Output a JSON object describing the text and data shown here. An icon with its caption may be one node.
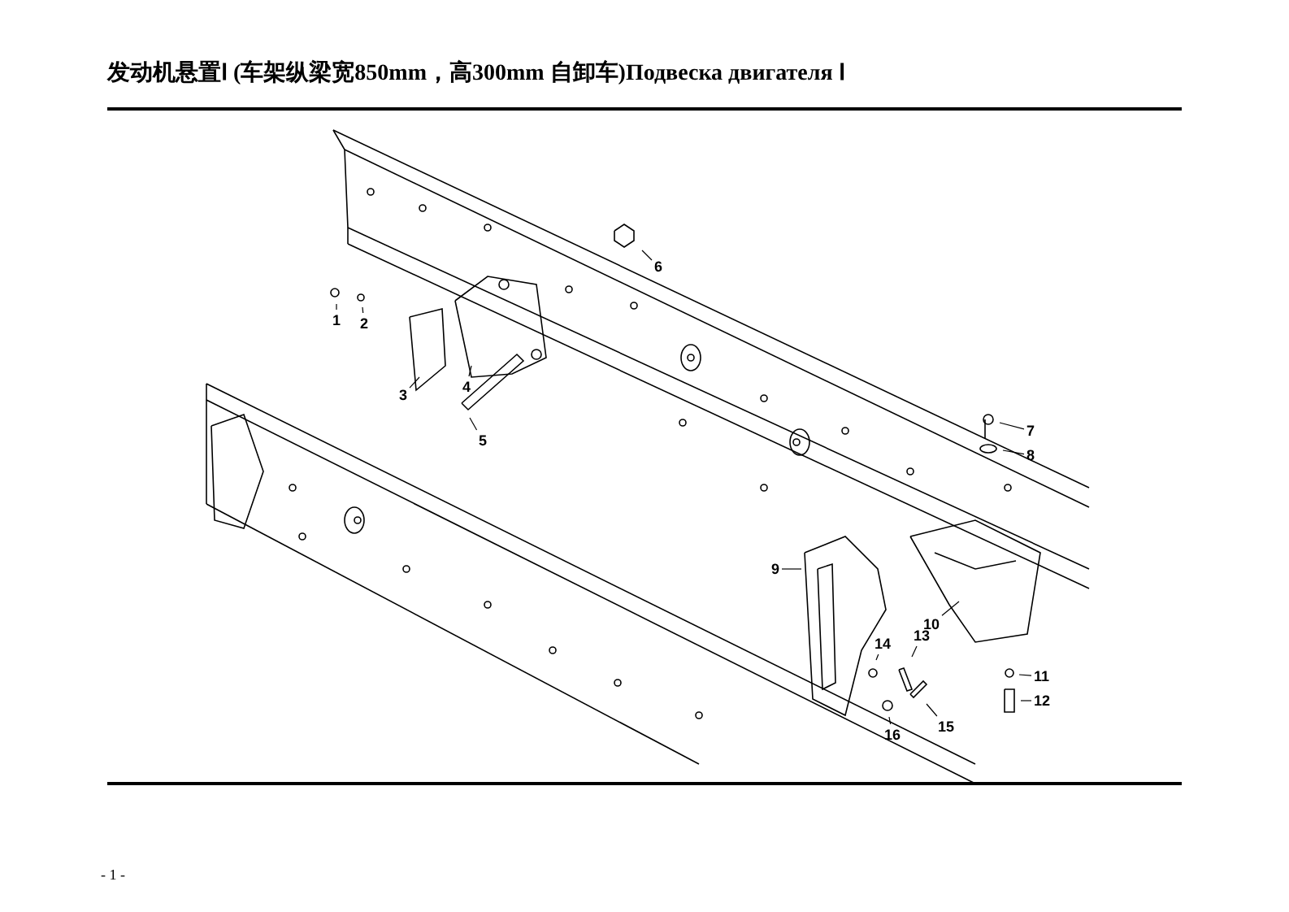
{
  "diagram": {
    "title": "发动机悬置Ⅰ (车架纵梁宽850mm，高300mm 自卸车)Подвеска двигателя Ⅰ",
    "nodes": [
      {
        "text": [
          "1"
        ]
      },
      {
        "text": [
          "2"
        ]
      },
      {
        "text": [
          "3"
        ]
      },
      {
        "text": [
          "4"
        ]
      },
      {
        "text": [
          "5"
        ]
      },
      {
        "text": [
          "6"
        ]
      },
      {
        "text": [
          "7"
        ]
      },
      {
        "text": [
          "8"
        ]
      },
      {
        "text": [
          "9"
        ]
      },
      {
        "text": [
          "10"
        ]
      },
      {
        "text": [
          "11"
        ]
      },
      {
        "text": [
          "12"
        ]
      },
      {
        "text": [
          "13"
        ]
      },
      {
        "text": [
          "14"
        ]
      },
      {
        "text": [
          "15"
        ]
      },
      {
        "text": [
          "16"
        ]
      }
    ],
    "edges": [
      {
        "from": 0,
        "to": null,
        "arrow": "none"
      },
      {
        "from": 1,
        "to": null,
        "arrow": "none"
      },
      {
        "from": 2,
        "to": null,
        "arrow": "none"
      },
      {
        "from": 3,
        "to": null,
        "arrow": "none"
      },
      {
        "from": 4,
        "to": null,
        "arrow": "none"
      },
      {
        "from": 5,
        "to": null,
        "arrow": "none"
      },
      {
        "from": 6,
        "to": null,
        "arrow": "none"
      },
      {
        "from": 7,
        "to": null,
        "arrow": "none"
      },
      {
        "from": 8,
        "to": null,
        "arrow": "none"
      },
      {
        "from": 9,
        "to": null,
        "arrow": "none"
      },
      {
        "from": 10,
        "to": null,
        "arrow": "none"
      },
      {
        "from": 11,
        "to": null,
        "arrow": "none"
      },
      {
        "from": 12,
        "to": null,
        "arrow": "none"
      },
      {
        "from": 13,
        "to": null,
        "arrow": "none"
      },
      {
        "from": 14,
        "to": null,
        "arrow": "none"
      },
      {
        "from": 15,
        "to": null,
        "arrow": "none"
      }
    ],
    "labels": [
      "- 1 -"
    ]
  }
}
